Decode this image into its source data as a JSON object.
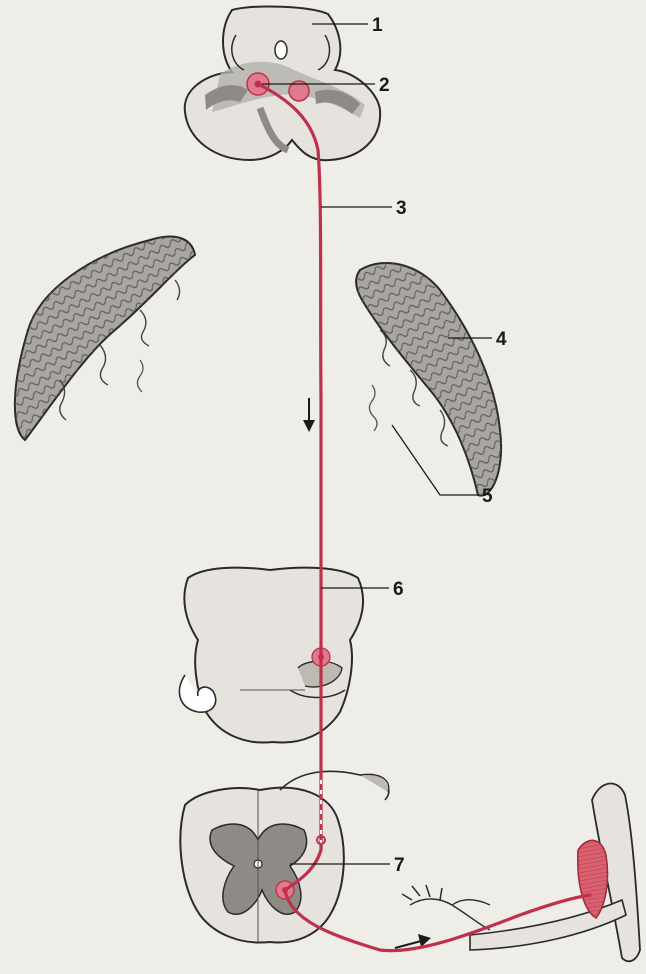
{
  "background_text": "",
  "figure": {
    "labels": [
      "1",
      "2",
      "3",
      "4",
      "5",
      "6",
      "7"
    ],
    "colors": {
      "pathway": "#c0304a",
      "nucleus": "#e07a8f",
      "tissue_fill": "#e4e2de",
      "tissue_dark": "#9e9b96",
      "outline": "#2a2a2a",
      "muscle": "#d9606e"
    }
  }
}
